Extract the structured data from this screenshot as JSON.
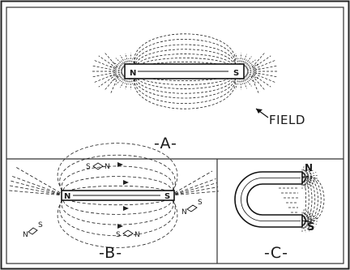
{
  "figure": {
    "panel_a": {
      "label": "-A-",
      "north": "N",
      "south": "S",
      "field_label": "FIELD"
    },
    "panel_b": {
      "label": "-B-",
      "north": "N",
      "south": "S",
      "compass_top_s": "S",
      "compass_top_n": "N",
      "compass_right_n": "N",
      "compass_right_s": "S",
      "compass_left_n": "N",
      "compass_left_s": "S",
      "compass_bottom_s": "S",
      "compass_bottom_n": "N"
    },
    "panel_c": {
      "label": "-C-",
      "north": "N",
      "south": "S"
    }
  }
}
